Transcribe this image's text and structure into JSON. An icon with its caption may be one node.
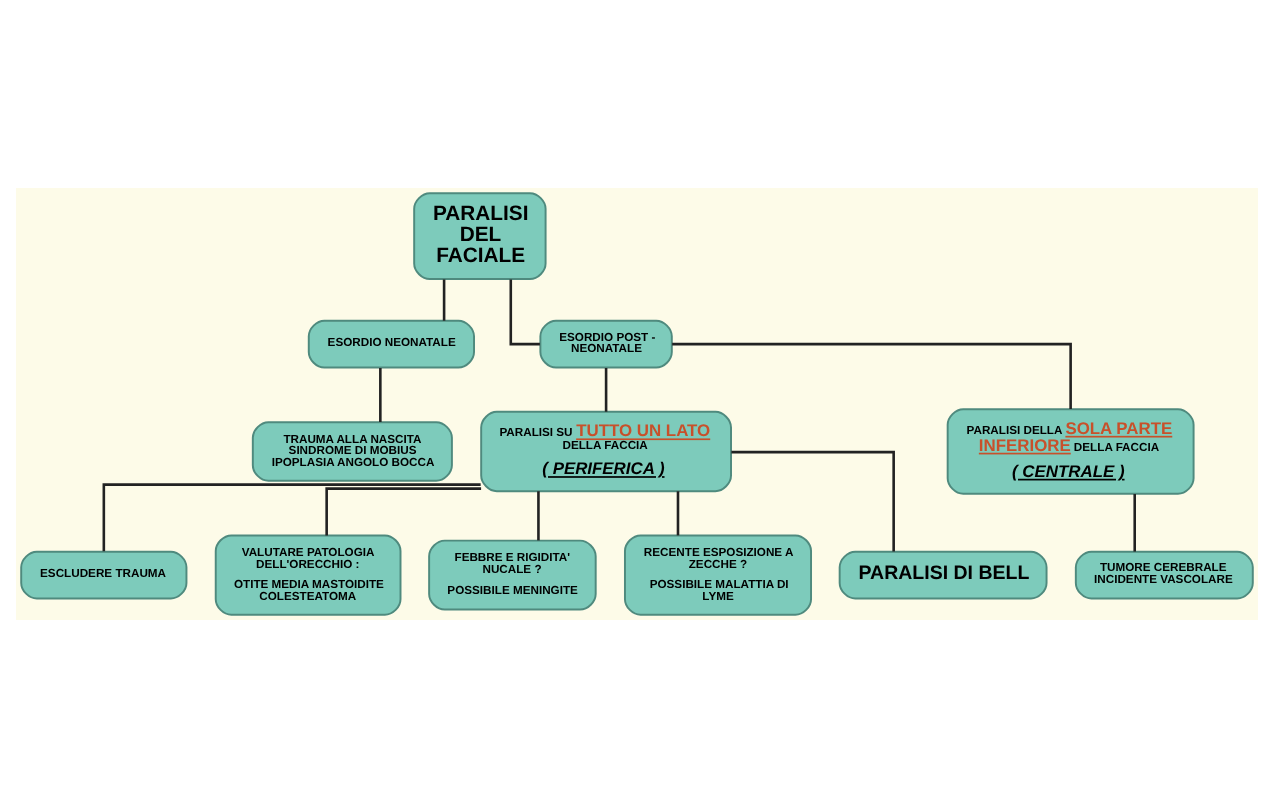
{
  "diagram": {
    "nodes": [
      {
        "text": [
          "PARALISI DEL FACIALE"
        ]
      },
      {
        "text": [
          "ESORDIO NEONATALE"
        ]
      },
      {
        "text": [
          "ESORDIO POST - NEONATALE"
        ]
      },
      {
        "text": [
          "TRAUMA ALLA NASCITA SINDROME DI MOBIUS IPOPLASIA ANGOLO BOCCA"
        ]
      },
      {
        "text": [
          "PARALISI SU **TUTTO UN LATO** DELLA FACCIA",
          "( PERIFERICA )"
        ]
      },
      {
        "text": [
          "PARALISI DELLA **SOLA PARTE INFERIORE** DELLA FACCIA",
          "( CENTRALE )"
        ]
      },
      {
        "text": [
          "ESCLUDERE TRAUMA"
        ]
      },
      {
        "text": [
          "TUMORE CEREBRALE INCIDENTE VASCOLARE"
        ]
      },
      {
        "text": [
          "VALUTARE PATOLOGIA DELL'ORECCHIO :",
          "OTITE MEDIA MASTOIDITE COLESTEATOMA"
        ]
      },
      {
        "text": [
          "FEBBRE E RIGIDITA' NUCALE ?",
          "POSSIBILE MENINGITE"
        ]
      },
      {
        "text": [
          "RECENTE ESPOSIZIONE A ZECCHE ?",
          "POSSIBILE MALATTIA DI LYME"
        ]
      },
      {
        "text": [
          "PARALISI DI BELL"
        ]
      }
    ],
    "edges": [
      {
        "from": 0,
        "to": 1,
        "arrow": "none"
      },
      {
        "from": 0,
        "to": 2,
        "arrow": "none"
      },
      {
        "from": 1,
        "to": 3,
        "arrow": "none"
      },
      {
        "from": 2,
        "to": 4,
        "arrow": "none"
      },
      {
        "from": 2,
        "to": 5,
        "arrow": "none"
      },
      {
        "from": 4,
        "to": 6,
        "arrow": "none"
      },
      {
        "from": 5,
        "to": 7,
        "arrow": "none"
      },
      {
        "from": 4,
        "to": 8,
        "arrow": "none"
      },
      {
        "from": 4,
        "to": 9,
        "arrow": "none"
      },
      {
        "from": 4,
        "to": 10,
        "arrow": "none"
      },
      {
        "from": 4,
        "to": 11,
        "arrow": "none"
      }
    ]
  }
}
